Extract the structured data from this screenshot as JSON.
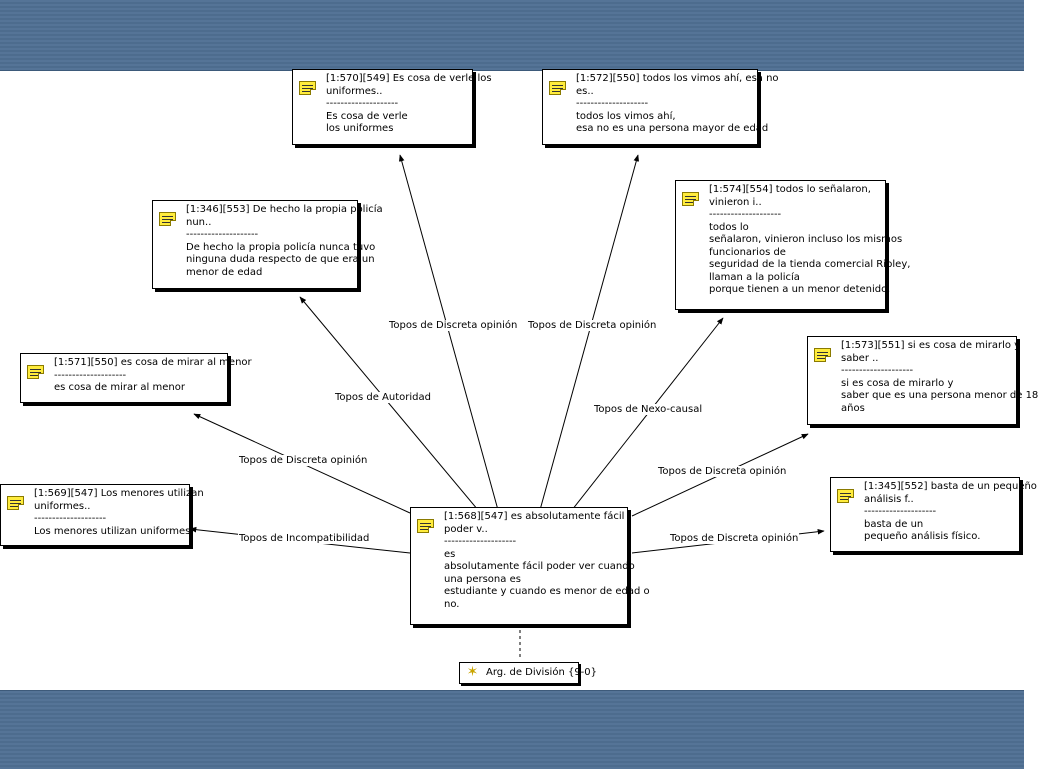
{
  "nodes": [
    {
      "id": "n570",
      "lines": [
        "[1:570][549] Es cosa de verle los",
        "uniformes..",
        "--------------------",
        "Es cosa de verle",
        "los uniformes"
      ]
    },
    {
      "id": "n572",
      "lines": [
        "[1:572][550] todos los vimos ahí, esa no",
        "es..",
        "--------------------",
        "todos los vimos ahí,",
        "esa no es una persona mayor de edad"
      ]
    },
    {
      "id": "n346",
      "lines": [
        "[1:346][553] De hecho la propia policía",
        "nun..",
        "--------------------",
        "De hecho la propia policía nunca tuvo",
        "ninguna duda respecto de que era un",
        "menor de edad"
      ]
    },
    {
      "id": "n574",
      "lines": [
        "[1:574][554] todos lo señalaron,",
        "vinieron i..",
        "--------------------",
        "todos lo",
        "señalaron, vinieron incluso los mismos",
        "funcionarios de",
        "seguridad de la tienda comercial Ripley,",
        "llaman a la policía",
        "porque tienen a un menor detenido."
      ]
    },
    {
      "id": "n571",
      "lines": [
        "[1:571][550] es cosa de mirar al menor",
        "--------------------",
        "es cosa de mirar al menor"
      ]
    },
    {
      "id": "n573",
      "lines": [
        "[1:573][551] si es cosa de mirarlo y",
        "saber ..",
        "--------------------",
        "si es cosa de mirarlo y",
        "saber que es una persona menor de 18",
        "años"
      ]
    },
    {
      "id": "n569",
      "lines": [
        "[1:569][547] Los menores utilizan",
        "uniformes..",
        "--------------------",
        "Los menores utilizan uniformes"
      ]
    },
    {
      "id": "n345",
      "lines": [
        "[1:345][552] basta de un pequeño",
        "análisis f..",
        "--------------------",
        "basta de un",
        "pequeño análisis físico."
      ]
    },
    {
      "id": "n568",
      "lines": [
        "[1:568][547] es absolutamente fácil",
        "poder v..",
        "--------------------",
        "es",
        "absolutamente fácil poder ver cuando",
        "una persona es",
        "estudiante y cuando es menor de edad o",
        "no."
      ]
    }
  ],
  "edge_labels": [
    "Topos de Discreta opinión",
    "Topos de Discreta opinión",
    "Topos de Autoridad",
    "Topos de Nexo-causal",
    "Topos de Discreta opinión",
    "Topos de Discreta opinión",
    "Topos de Incompatibilidad",
    "Topos de Discreta opinión"
  ],
  "argument": {
    "label": "Arg. de División {9-0}"
  },
  "colors": {
    "band": "#4f6f93",
    "note_icon": "#ffec3d",
    "star_icon": "#c9a400"
  }
}
